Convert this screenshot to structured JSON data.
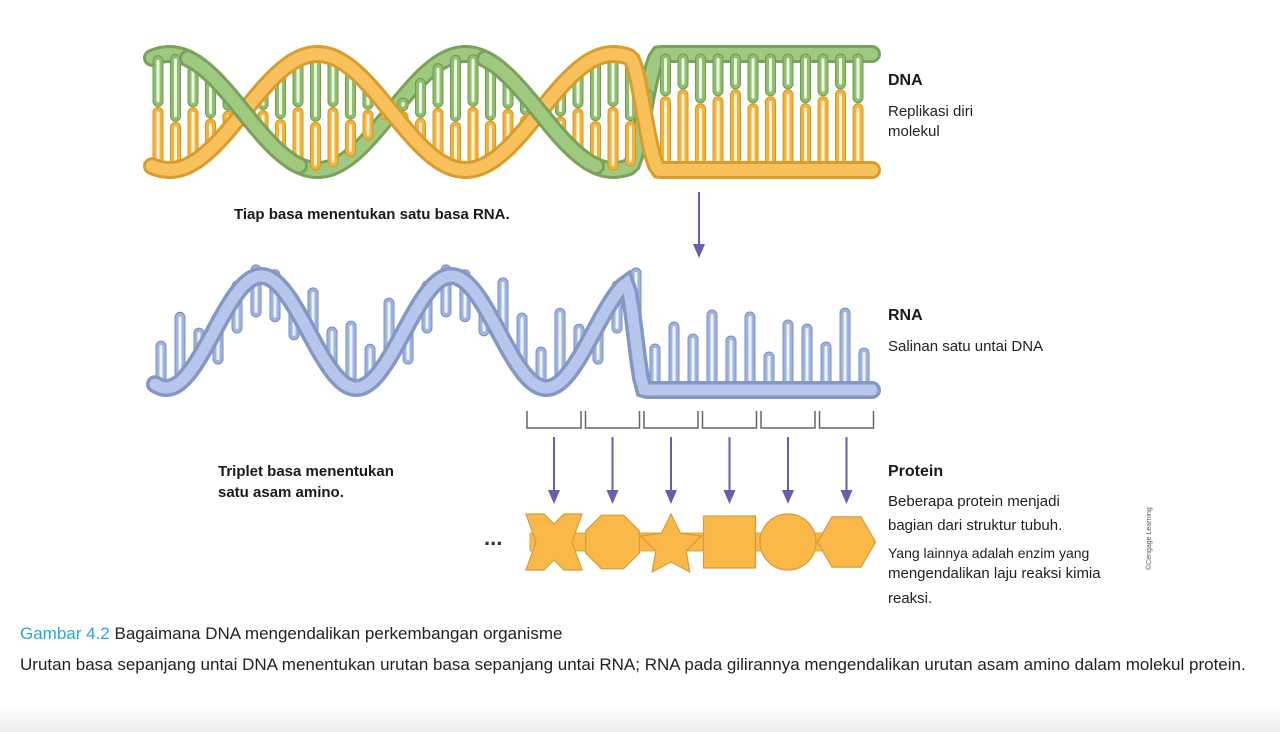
{
  "dna": {
    "title": "DNA",
    "desc_line1": "Replikasi diri",
    "desc_line2": "molekul",
    "note": "Tiap basa menentukan satu basa RNA."
  },
  "rna": {
    "title": "RNA",
    "desc": "Salinan satu untai DNA"
  },
  "protein": {
    "title": "Protein",
    "triplet_line1": "Triplet basa menentukan",
    "triplet_line2": "satu asam amino.",
    "desc_line1": "Beberapa protein menjadi",
    "desc_line2": "bagian dari struktur tubuh.",
    "desc_line3": "Yang lainnya adalah enzim yang",
    "desc_line4": "mengendalikan laju reaksi kimia",
    "desc_line5": "reaksi.",
    "ellipsis": "...",
    "amino_shapes": [
      "notched-square",
      "octagon",
      "star",
      "square",
      "circle",
      "hexagon"
    ]
  },
  "caption": {
    "number": "Gambar 4.2",
    "title": "Bagaimana DNA mengendalikan perkembangan organisme",
    "body": "Urutan basa sepanjang untai DNA menentukan urutan basa sepanjang untai RNA; RNA pada gilirannya mengendalikan urutan asam amino dalam molekul protein."
  },
  "credit": "©Cengage Learning",
  "colors": {
    "dna_green": "#8fbf6a",
    "dna_orange": "#f7b233",
    "rna_blue": "#9db3e6",
    "arrow_purple": "#6c5bb0",
    "amino_orange": "#f9b847",
    "caption_accent": "#29a8d8"
  }
}
